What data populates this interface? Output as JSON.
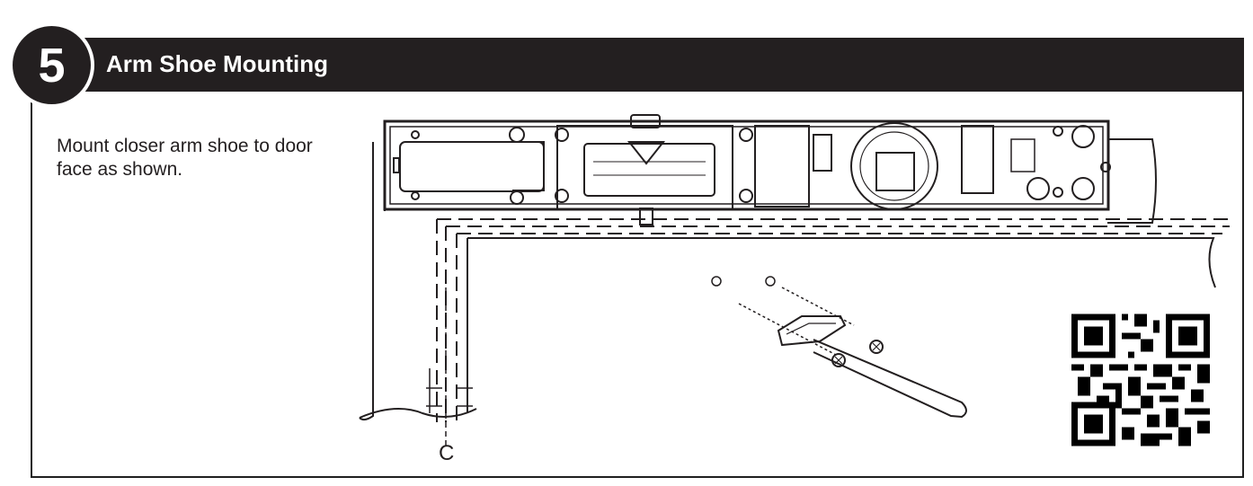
{
  "header": {
    "step_number": "5",
    "title": "Arm Shoe Mounting"
  },
  "instruction": {
    "text": "Mount closer arm shoe to door face as shown."
  },
  "diagram": {
    "centerline_label": "C"
  },
  "colors": {
    "header_background": "#231f20",
    "header_text": "#ffffff",
    "line_art": "#231f20"
  }
}
